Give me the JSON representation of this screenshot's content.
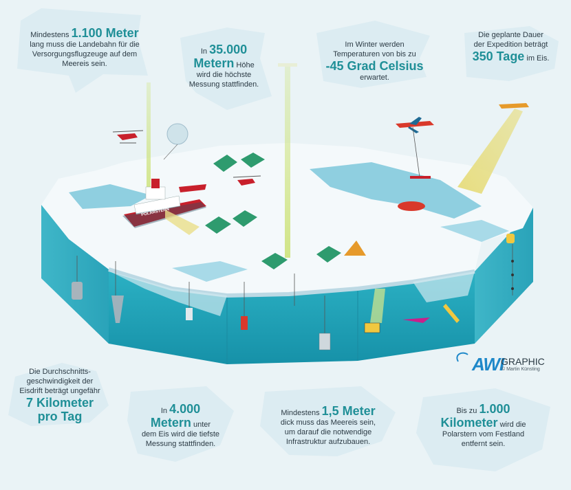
{
  "callouts": {
    "runway": {
      "pre": "Mindestens",
      "big": "1.100 Meter",
      "post1": "lang muss die Landebahn für die",
      "post2": "Versorgungsflugzeuge auf dem",
      "post3": "Meereis sein."
    },
    "height": {
      "pre": "In",
      "big1": "35.000",
      "big2": "Metern",
      "post0": "Höhe",
      "post1": "wird die höchste",
      "post2": "Messung stattfinden."
    },
    "temperature": {
      "pre1": "Im Winter werden",
      "pre2": "Temperaturen von bis zu",
      "big": "-45 Grad Celsius",
      "post": "erwartet."
    },
    "duration": {
      "pre1": "Die geplante Dauer",
      "pre2": "der Expedition beträgt",
      "big": "350 Tage",
      "post": "im Eis."
    },
    "drift": {
      "pre1": "Die Durchschnitts-",
      "pre2": "geschwindigkeit der",
      "pre3": "Eisdrift beträgt ungefähr",
      "big1": "7 Kilometer",
      "big2": "pro Tag"
    },
    "depth": {
      "pre": "In",
      "big1": "4.000",
      "big2": "Metern",
      "post0": "unter",
      "post1": "dem Eis wird die tiefste",
      "post2": "Messung stattfinden."
    },
    "thickness": {
      "pre": "Mindestens",
      "big": "1,5 Meter",
      "post1": "dick muss das Meereis sein,",
      "post2": "um darauf die notwendige",
      "post3": "Infrastruktur aufzubauen."
    },
    "distance": {
      "pre": "Bis zu",
      "big1": "1.000",
      "big2": "Kilometer",
      "post0": "wird die",
      "post1": "Polarstern vom Festland",
      "post2": "entfernt sein."
    }
  },
  "ship_name": "POLARSTERN",
  "logo": {
    "mark": "AWI",
    "label": "GRAPHIC",
    "credit": "© Martin Künsting"
  },
  "colors": {
    "background": "#eaf3f6",
    "ice_top": "#f4f9fb",
    "water_front": "#1fa3b8",
    "water_side": "#3fb6c8",
    "accent_text": "#1f8f97",
    "tent": "#2e9b6e",
    "ship_red": "#c8202b",
    "beam": "#d9e88a"
  }
}
